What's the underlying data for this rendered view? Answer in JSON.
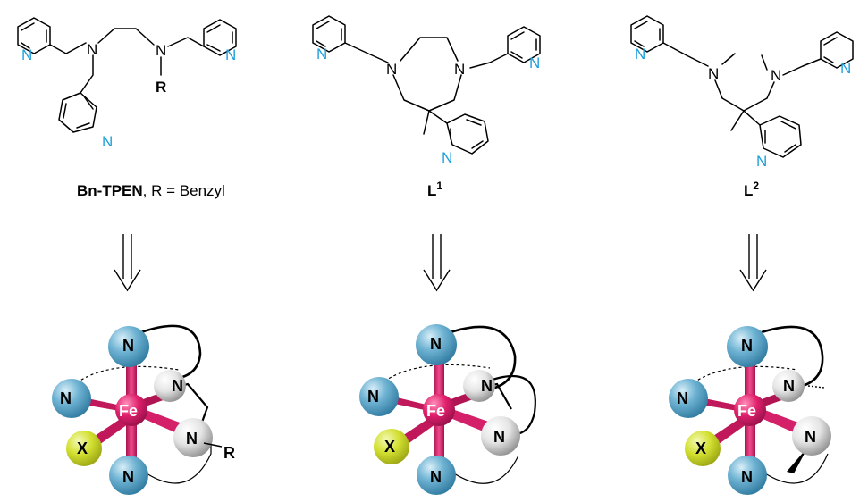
{
  "colors": {
    "pyridine_nitrogen": "#1ea0dc",
    "ball_blue": "#5aa9cc",
    "ball_white": "#e6e6e6",
    "ball_yellow": "#cfdc2a",
    "iron_magenta": "#e0206c"
  },
  "atoms": {
    "N": "N",
    "Fe": "Fe",
    "X": "X"
  },
  "ligands": [
    {
      "name": "Bn-TPEN",
      "rest": ", R = Benzyl",
      "substituent": "R"
    },
    {
      "name": "L",
      "sup": "1"
    },
    {
      "name": "L",
      "sup": "2"
    }
  ],
  "complexes": [
    {
      "substituent": "R"
    },
    {},
    {}
  ]
}
